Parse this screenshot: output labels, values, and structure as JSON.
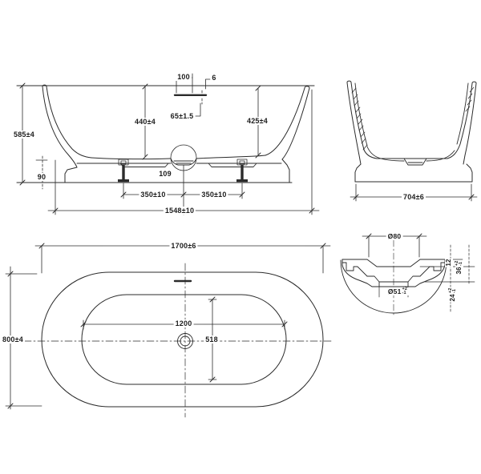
{
  "side_view": {
    "overall_height": "585±4",
    "plinth_height": "90",
    "inner_depth_center": "440±4",
    "overflow_width": "100",
    "overflow_thickness": "6",
    "overflow_below_rim": "65±1.5",
    "inner_depth_end": "425±4",
    "drain_offset": "109",
    "foot_spacing_left": "350±10",
    "foot_spacing_right": "350±10",
    "base_length": "1548±10"
  },
  "end_view": {
    "base_width": "704±6"
  },
  "plan_view": {
    "overall_length": "1700±6",
    "overall_width": "800±4",
    "inner_length": "1200",
    "inner_width": "518"
  },
  "detail_view": {
    "recess_diameter": "Ø80",
    "hole_diameter": "Ø51",
    "hole_tol_plus": "+2",
    "hole_tol_minus": "-1",
    "step_depth": "12",
    "total_depth": "36",
    "total_tol_plus": "+2",
    "total_tol_minus": "-1",
    "lower_depth": "24",
    "lower_tol_plus": "+2",
    "lower_tol_minus": "-1"
  },
  "style": {
    "line_color": "#2b2b2b",
    "background": "#ffffff"
  }
}
